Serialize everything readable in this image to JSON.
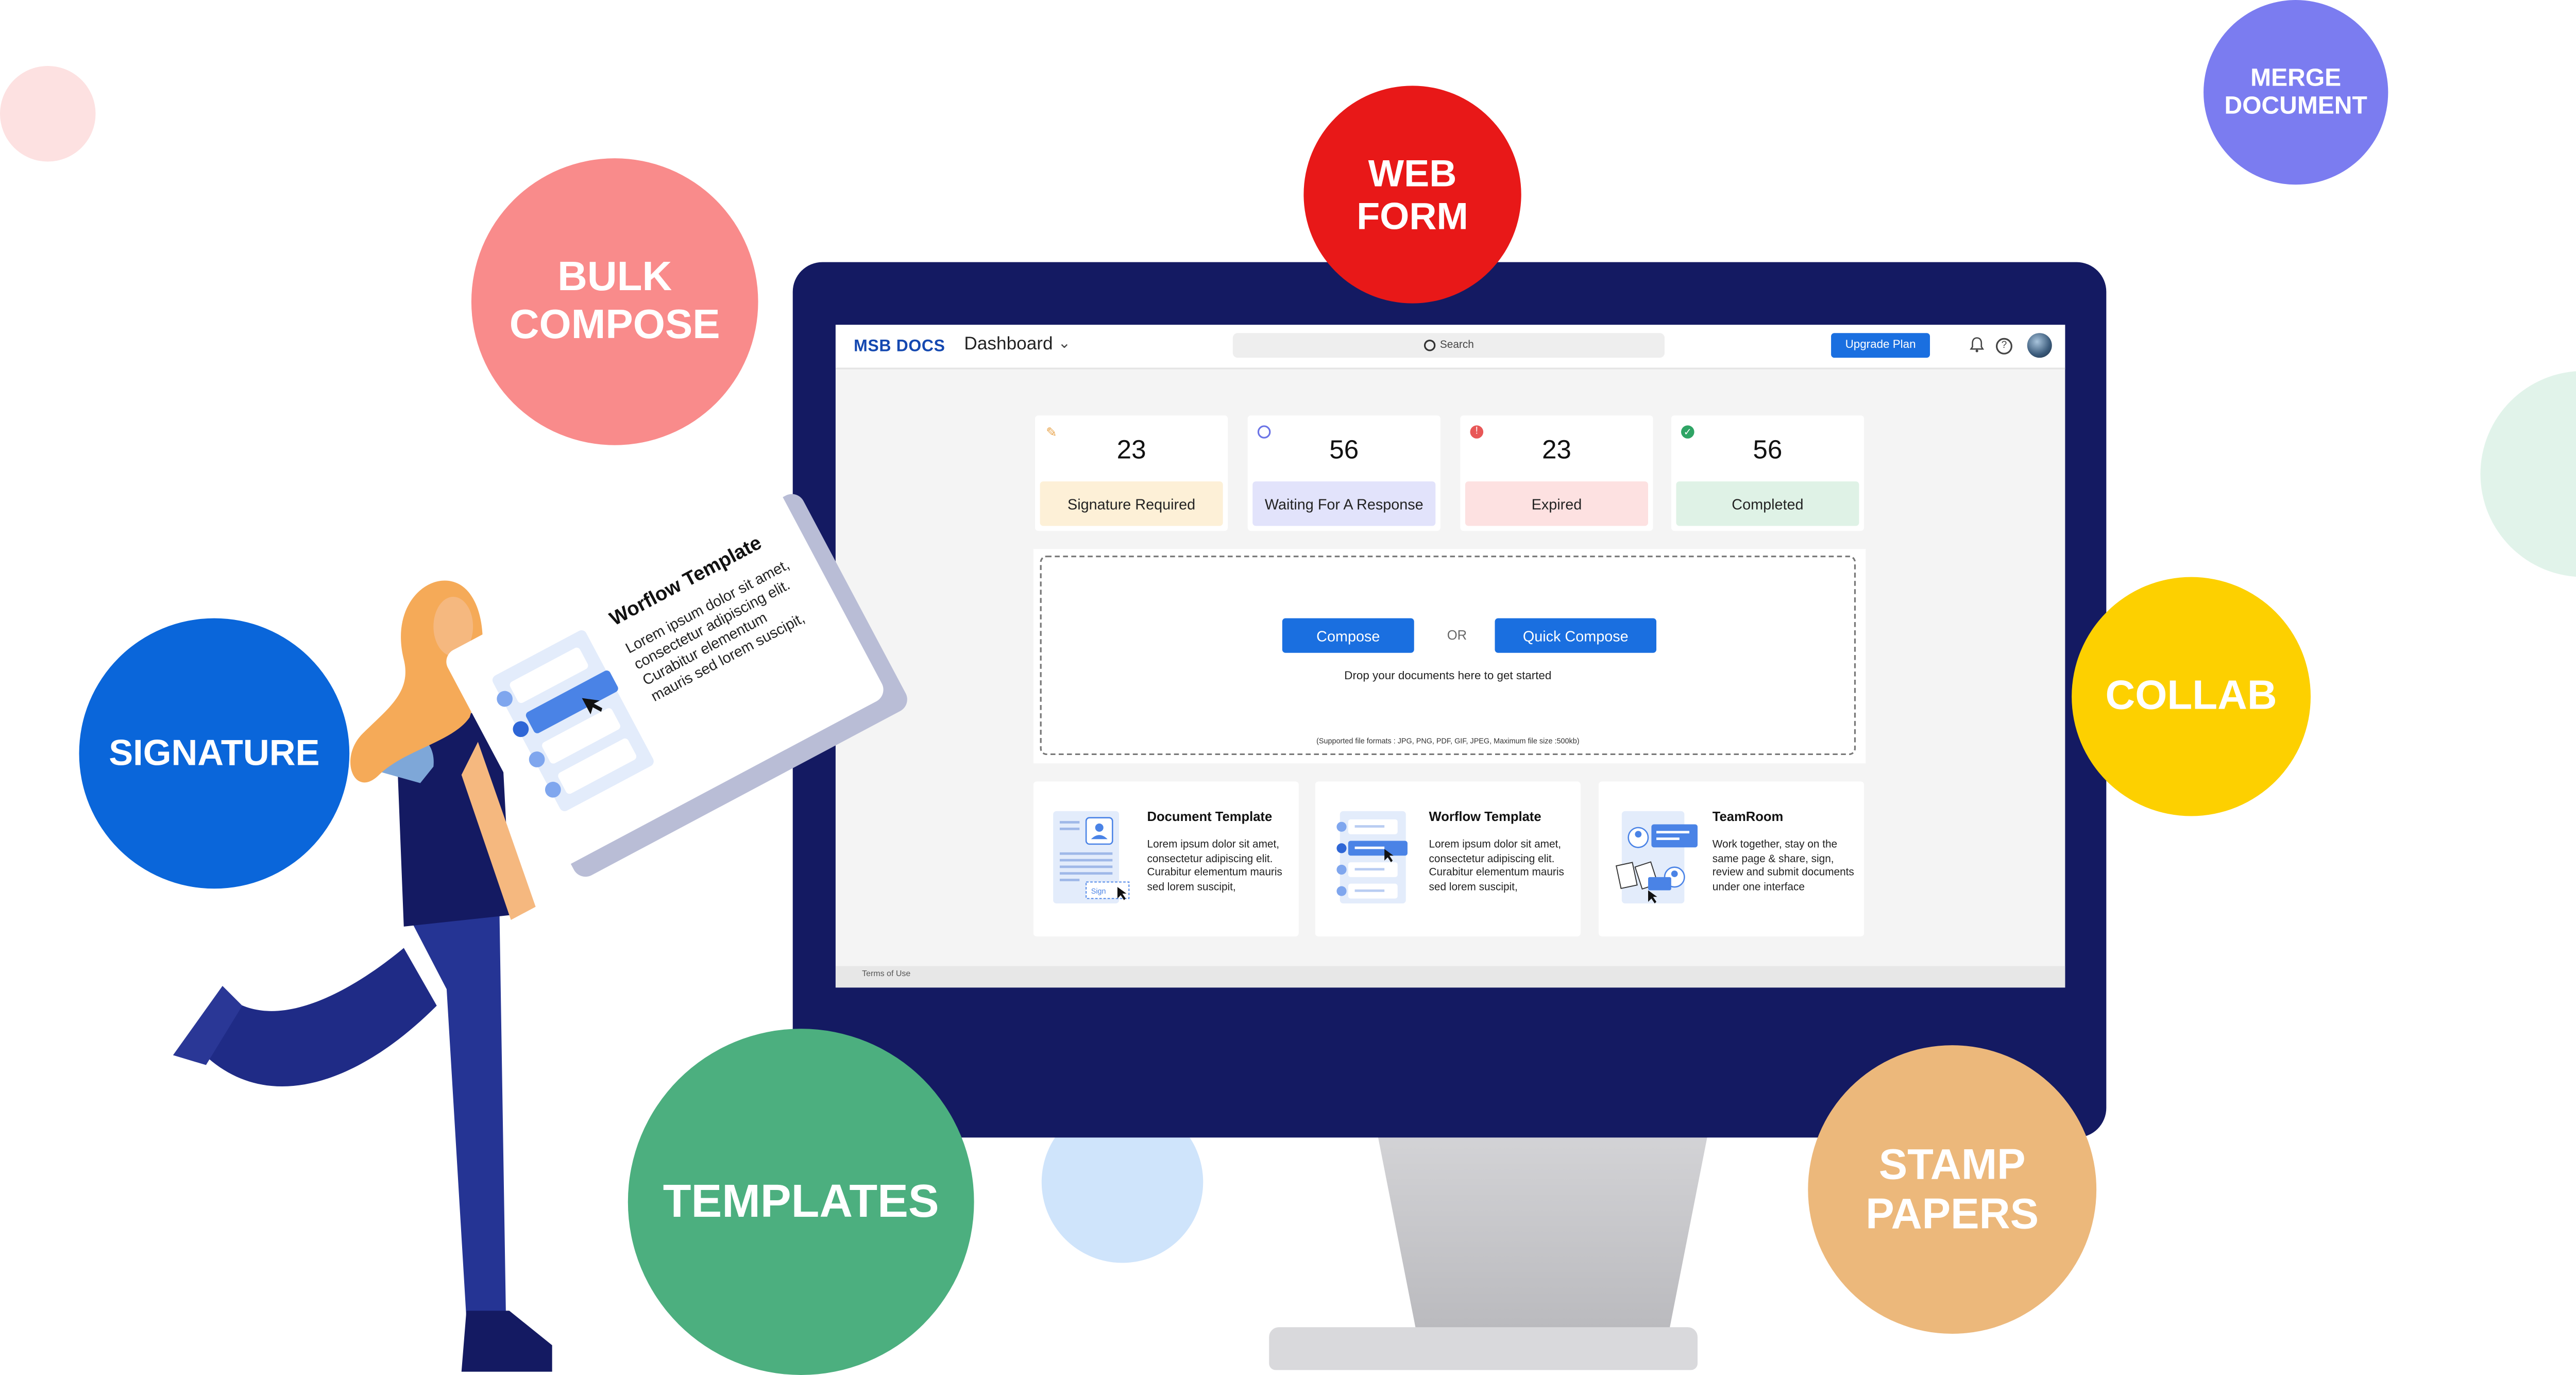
{
  "features": {
    "web_form": "WEB\nFORM",
    "merge_document": "MERGE\nDOCUMENT",
    "bulk_compose": "BULK\nCOMPOSE",
    "signature": "SIGNATURE",
    "collab": "COLLAB",
    "templates": "TEMPLATES",
    "stamp_papers": "STAMP\nPAPERS"
  },
  "colors": {
    "web_form": "#e81818",
    "merge_document": "#7b7cf0",
    "bulk_compose": "#f98b8b",
    "signature": "#0a66da",
    "collab": "#fdd000",
    "templates": "#4caf7f",
    "stamp_papers": "#ecb87b",
    "monitor": "#141a62",
    "primary_button": "#1a6fe0"
  },
  "app": {
    "logo": "MSB DOCS",
    "nav_title": "Dashboard",
    "search_placeholder": "Search",
    "upgrade_label": "Upgrade Plan"
  },
  "stats": [
    {
      "value": "23",
      "label": "Signature Required",
      "icon": "pen-icon",
      "bg": "#fdf0d7"
    },
    {
      "value": "56",
      "label": "Waiting For A Response",
      "icon": "clock-icon",
      "bg": "#e2e3fb"
    },
    {
      "value": "23",
      "label": "Expired",
      "icon": "alert-icon",
      "bg": "#fde1e1"
    },
    {
      "value": "56",
      "label": "Completed",
      "icon": "check-icon",
      "bg": "#dff2e6"
    }
  ],
  "upload": {
    "compose_label": "Compose",
    "or_label": "OR",
    "quick_compose_label": "Quick Compose",
    "drop_text": "Drop your documents here to get started",
    "formats": "(Supported file formats : JPG, PNG, PDF, GIF, JPEG, Maximum file size :500kb)"
  },
  "cards": [
    {
      "title": "Document Template",
      "desc": "Lorem ipsum dolor sit amet, consectetur adipiscing elit. Curabitur elementum mauris sed lorem suscipit,",
      "sign_label": "Sign"
    },
    {
      "title": "Worflow Template",
      "desc": "Lorem ipsum dolor sit amet, consectetur adipiscing elit. Curabitur elementum mauris sed lorem suscipit,"
    },
    {
      "title": "TeamRoom",
      "desc": "Work together, stay on the same page & share, sign, review and submit documents under one interface"
    }
  ],
  "footer": {
    "terms": "Terms of Use"
  },
  "tilted_card": {
    "title": "Worflow Template",
    "desc": "Lorem ipsum dolor sit amet, consectetur adipiscing elit. Curabitur elementum mauris sed lorem suscipit,"
  }
}
